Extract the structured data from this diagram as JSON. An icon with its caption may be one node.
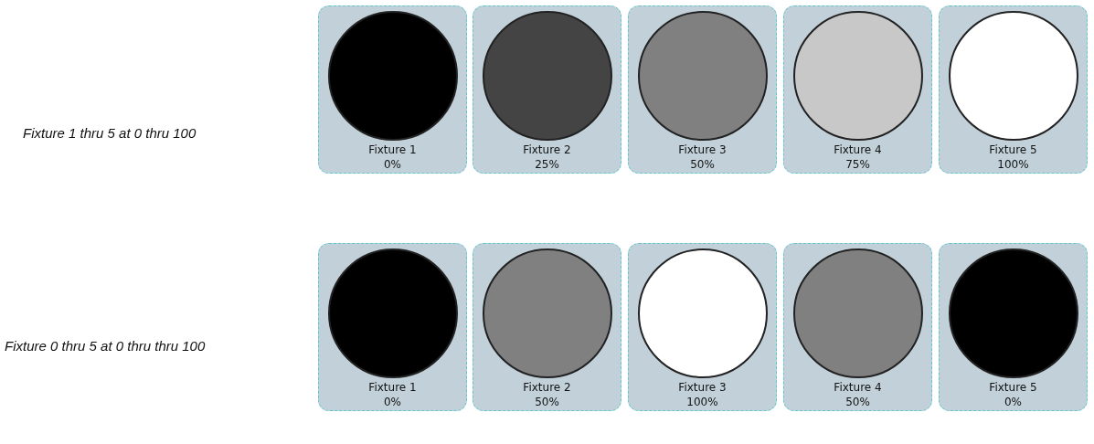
{
  "diagram": {
    "nodes": [
      {
        "text": [
          "Fixture 1",
          "0%"
        ]
      },
      {
        "text": [],
        "shape": "circle",
        "in": 0
      },
      {
        "text": [
          "Fixture 2",
          "25%"
        ]
      },
      {
        "text": [],
        "shape": "circle",
        "in": 2
      },
      {
        "text": [
          "Fixture 3",
          "50%"
        ]
      },
      {
        "text": [],
        "shape": "circle",
        "in": 4
      },
      {
        "text": [
          "Fixture 4",
          "75%"
        ]
      },
      {
        "text": [],
        "shape": "circle",
        "in": 6
      },
      {
        "text": [
          "Fixture 5",
          "100%"
        ]
      },
      {
        "text": [],
        "shape": "circle",
        "in": 8
      },
      {
        "text": [
          "Fixture 1",
          "0%"
        ]
      },
      {
        "text": [],
        "shape": "circle",
        "in": 10
      },
      {
        "text": [
          "Fixture 2",
          "50%"
        ]
      },
      {
        "text": [],
        "shape": "circle",
        "in": 12
      },
      {
        "text": [
          "Fixture 3",
          "100%"
        ]
      },
      {
        "text": [],
        "shape": "circle",
        "in": 14
      },
      {
        "text": [
          "Fixture 4",
          "50%"
        ]
      },
      {
        "text": [],
        "shape": "circle",
        "in": 16
      },
      {
        "text": [
          "Fixture 5",
          "0%"
        ]
      },
      {
        "text": [],
        "shape": "circle",
        "in": 18
      }
    ],
    "labels": [
      "Fixture 1 thru 5 at 0 thru 100",
      "Fixture 0 thru 5 at 0 thru thru 100"
    ]
  }
}
